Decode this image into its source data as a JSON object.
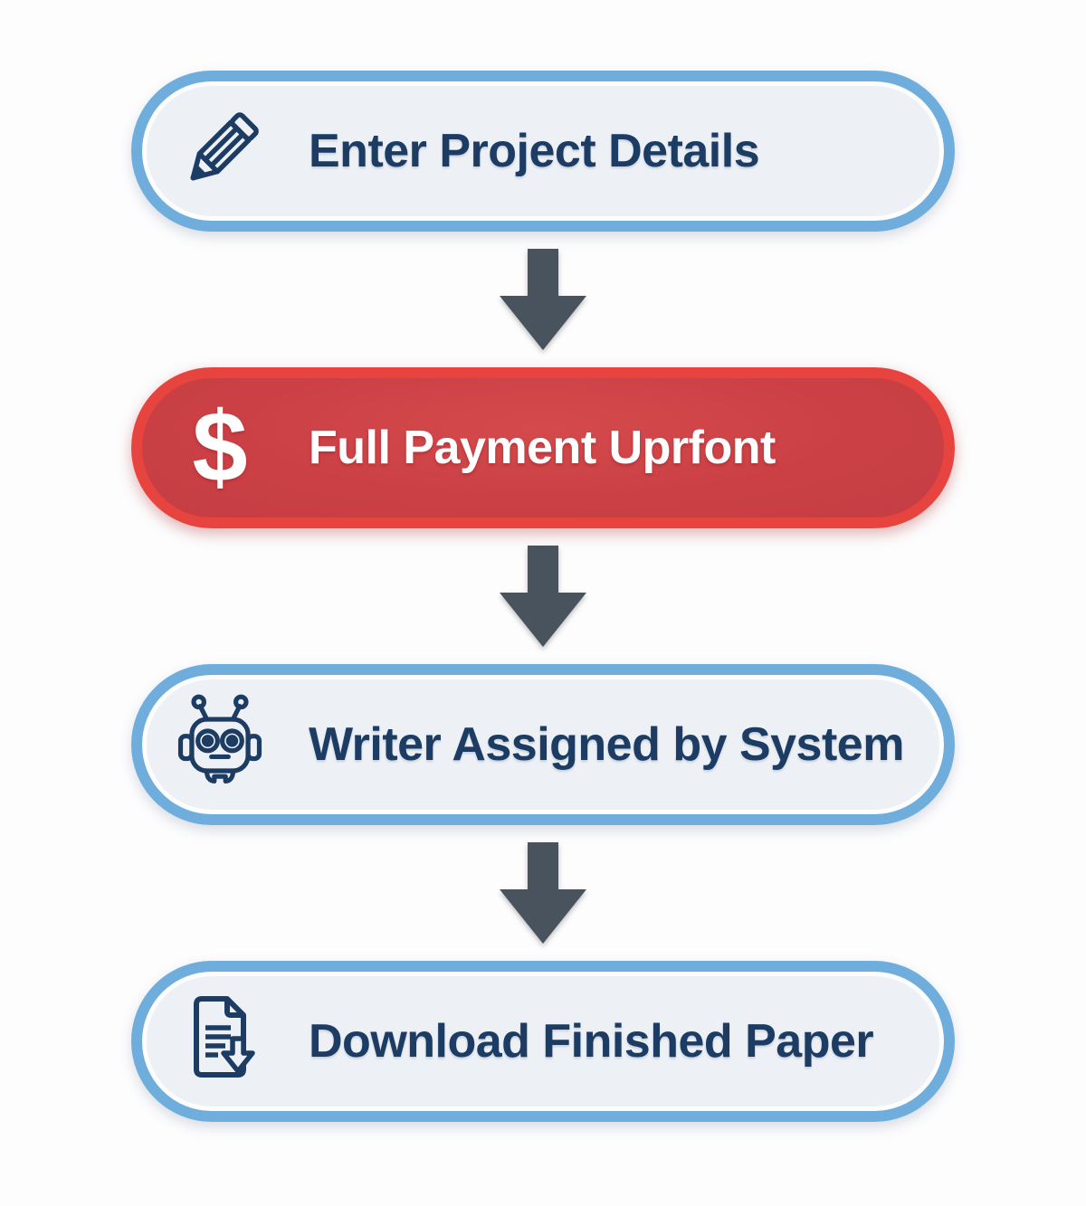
{
  "flow": {
    "steps": [
      {
        "label": "Enter Project Details",
        "icon": "pencil-icon",
        "variant": "default"
      },
      {
        "label": "Full Payment Uprfont",
        "icon": "dollar-sign-icon",
        "variant": "highlight"
      },
      {
        "label": "Writer Assigned by System",
        "icon": "robot-icon",
        "variant": "default"
      },
      {
        "label": "Download Finished Paper",
        "icon": "document-download-icon",
        "variant": "default"
      }
    ],
    "connector": "down-block-arrow",
    "dollar_glyph": "$",
    "colors": {
      "background": "#FDFDFE",
      "box_fill": "#EDF1F6",
      "box_border_blue": "#6FAEDC",
      "text_navy": "#1D3C63",
      "highlight_fill_red": "#CB4045",
      "highlight_border_red": "#E8443F",
      "highlight_text": "#FFFFFF",
      "arrow_gray": "#48535D"
    }
  }
}
